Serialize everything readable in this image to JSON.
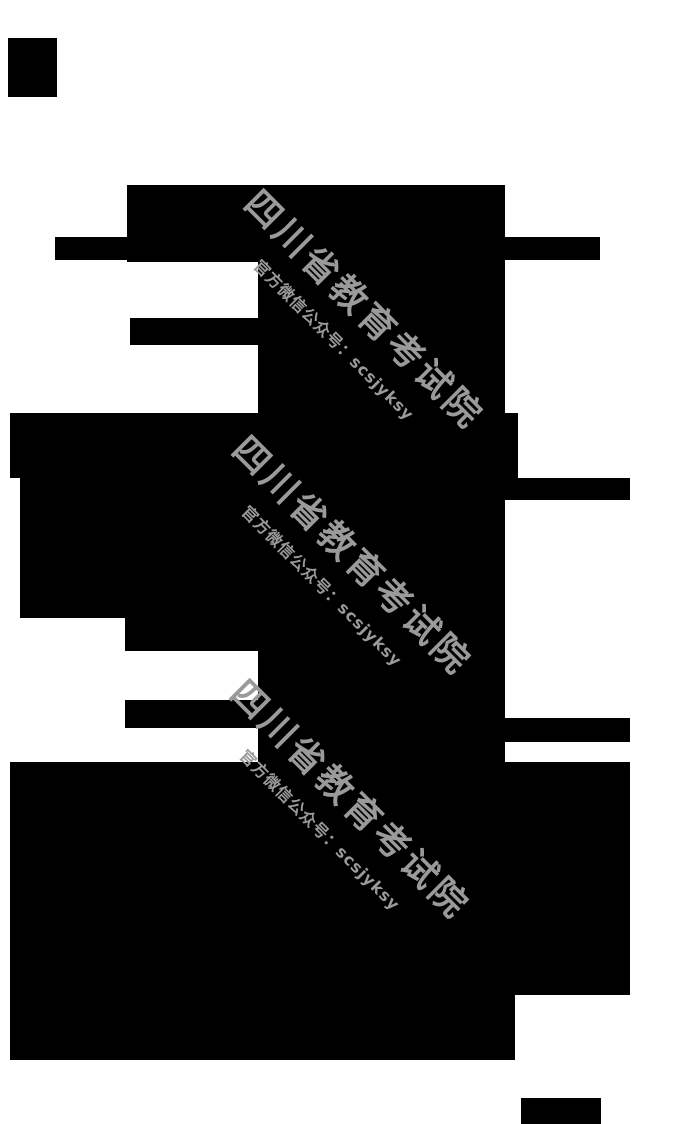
{
  "page": {
    "type": "scanned-document-with-redacted-regions",
    "background_color": "#ffffff",
    "redaction_color": "#000000"
  },
  "watermark": {
    "color": "#9a9a9a",
    "items": [
      {
        "title": "四川省教育考试院",
        "subtitle": "官方微信公众号：scsjyksy"
      },
      {
        "title": "四川省教育考试院",
        "subtitle": "官方微信公众号：scsjyksy"
      },
      {
        "title": "四川省教育考试院",
        "subtitle": "官方微信公众号：scsjyksy"
      }
    ]
  }
}
